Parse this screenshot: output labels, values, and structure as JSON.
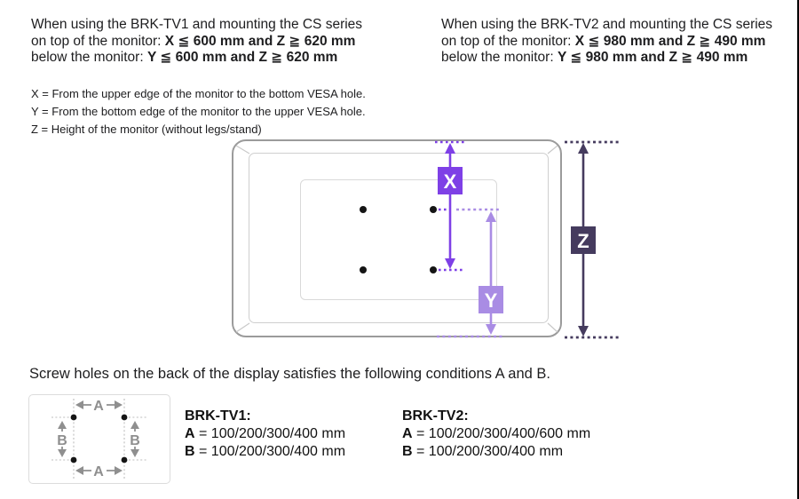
{
  "colors": {
    "x_accent": "#7e40e6",
    "y_accent": "#a98ce4",
    "z_accent": "#453b5e",
    "pattern_gray": "#8f8f8f",
    "text": "#1d1d1f"
  },
  "intro": {
    "tv1": {
      "line1": "When using the BRK-TV1 and mounting the CS series",
      "line2_label": "on top of the monitor: ",
      "line2_value": "X ≦ 600 mm and Z ≧ 620 mm",
      "line3_label": "below the monitor: ",
      "line3_value": "Y ≦ 600 mm and Z ≧ 620 mm"
    },
    "tv2": {
      "line1": "When using the BRK-TV2 and mounting the CS series",
      "line2_label": "on top of the monitor: ",
      "line2_value": "X ≦ 980 mm and Z ≧ 490 mm",
      "line3_label": "below the monitor: ",
      "line3_value": "Y ≦ 980 mm and Z ≧ 490 mm"
    }
  },
  "definitions": {
    "x": "X = From the upper edge of the monitor to the bottom VESA hole.",
    "y": "Y = From the bottom edge of the monitor to the upper VESA hole.",
    "z": "Z = Height of the monitor (without legs/stand)"
  },
  "monitor_diagram": {
    "x_label": "X",
    "y_label": "Y",
    "z_label": "Z"
  },
  "screw_note": "Screw holes on the back of the display satisfies the following conditions A and B.",
  "vesa_pattern": {
    "a_top": "A",
    "a_bottom": "A",
    "b_left": "B",
    "b_right": "B"
  },
  "specs": {
    "tv1": {
      "title": "BRK-TV1:",
      "row_a_label": "A",
      "row_a_value": " = 100/200/300/400 mm",
      "row_b_label": "B",
      "row_b_value": " = 100/200/300/400 mm"
    },
    "tv2": {
      "title": "BRK-TV2:",
      "row_a_label": "A",
      "row_a_value": " = 100/200/300/400/600 mm",
      "row_b_label": "B",
      "row_b_value": " = 100/200/300/400 mm"
    }
  }
}
